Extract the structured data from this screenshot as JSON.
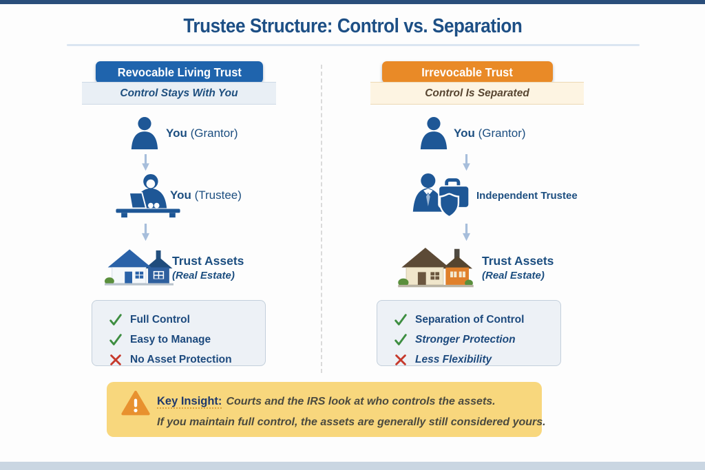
{
  "page": {
    "title": "Trustee Structure: Control vs. Separation"
  },
  "columns": [
    {
      "header": "Revocable Living Trust",
      "subtitle": "Control Stays With You",
      "steps": [
        {
          "bold": "You",
          "rest": " (Grantor)",
          "icon": "person-icon"
        },
        {
          "bold": "You",
          "rest": " (Trustee)",
          "icon": "person-laptop-icon"
        },
        {
          "bold": "Trust Assets",
          "rest": "(Real Estate)",
          "icon": "house-blue-icon"
        }
      ],
      "checklist": [
        {
          "mark": "check",
          "text": "Full Control"
        },
        {
          "mark": "check",
          "text": "Easy to Manage"
        },
        {
          "mark": "cross",
          "text": "No Asset Protection"
        }
      ]
    },
    {
      "header": "Irrevocable Trust",
      "subtitle": "Control Is Separated",
      "steps": [
        {
          "bold": "You",
          "rest": " (Grantor)",
          "icon": "person-icon"
        },
        {
          "bold": "Independent Trustee",
          "rest": "",
          "icon": "trustee-briefcase-shield-icon"
        },
        {
          "bold": "Trust Assets",
          "rest": "(Real Estate)",
          "icon": "house-tan-icon"
        }
      ],
      "checklist": [
        {
          "mark": "check",
          "text": "Separation of Control"
        },
        {
          "mark": "check",
          "text": "Stronger Protection"
        },
        {
          "mark": "cross",
          "text": "Less Flexibility"
        }
      ]
    }
  ],
  "insight": {
    "label": "Key Insight:",
    "line1": "Courts and the IRS look at who controls the assets.",
    "line2": "If you maintain full control, the assets are generally still considered yours.",
    "icon": "warning-triangle-icon"
  },
  "colors": {
    "navy_title": "#1d4f85",
    "blue_pill": "#1f64ad",
    "orange_pill": "#e98a27",
    "person_blue": "#1e5796",
    "arrow_blue": "#a7bedb",
    "check_green": "#3e8e41",
    "cross_red": "#c6392b",
    "insight_bg": "#f8d77d",
    "warning_orange": "#e8912f",
    "top_bar": "#2a4e7b",
    "bottom_strip": "#cad6e2"
  }
}
